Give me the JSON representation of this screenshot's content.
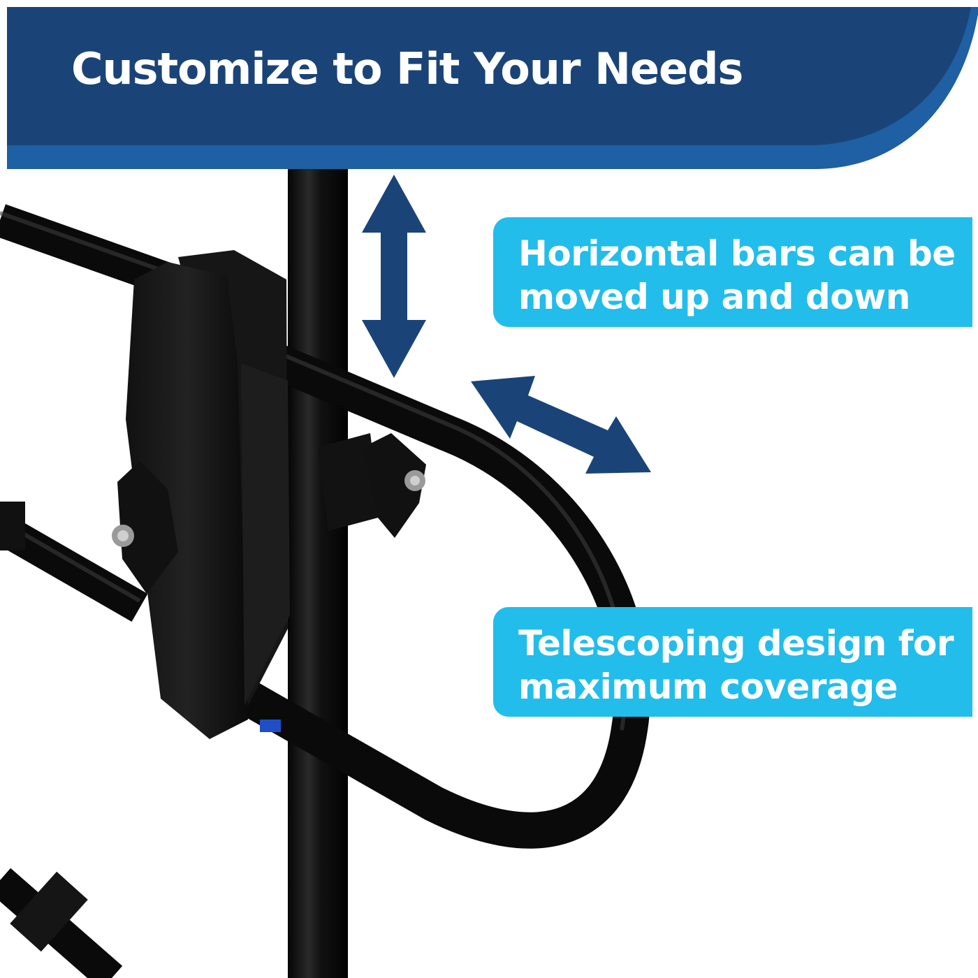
{
  "header": {
    "title": "Customize to Fit Your Needs",
    "background_color": "#1a4478",
    "curve_color": "#1f5fa3"
  },
  "callouts": [
    {
      "line1": "Horizontal bars can be",
      "line2": "moved up and down",
      "background_color": "#22bdea"
    },
    {
      "line1": "Telescoping design for",
      "line2": "maximum coverage",
      "background_color": "#22bdea"
    }
  ],
  "arrows": {
    "color": "#1a4478",
    "vertical": "double-arrow-vertical-icon",
    "diagonal": "double-arrow-diagonal-icon"
  },
  "photo": {
    "subject": "black metal pet gate bars with clamp"
  }
}
